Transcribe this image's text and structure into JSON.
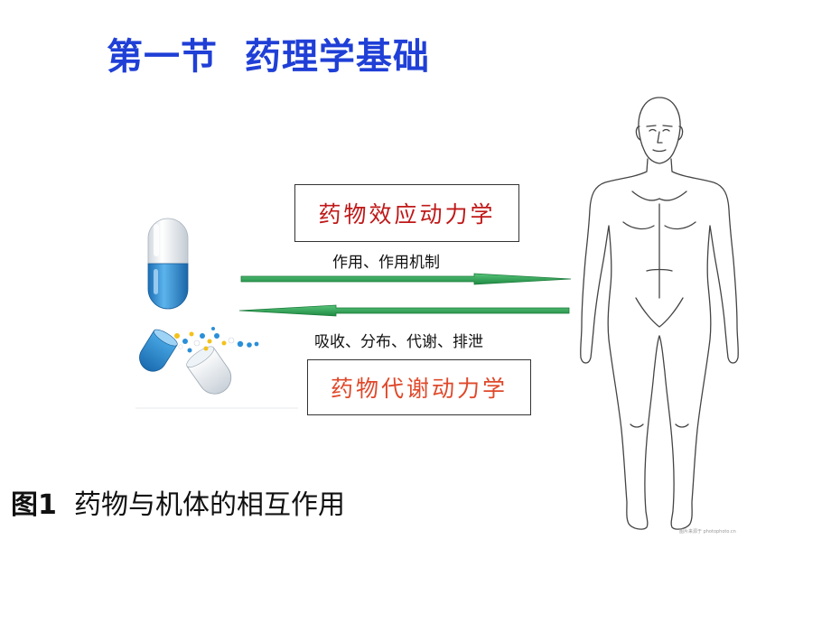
{
  "slide": {
    "title": "第一节  药理学基础",
    "pharmacodynamics_label": "药物效应动力学",
    "pharmacokinetics_label": "药物代谢动力学",
    "drug_to_body_label": "作用、作用机制",
    "body_to_drug_label": "吸收、分布、代谢、排泄",
    "caption_number": "图1",
    "caption_text": "  药物与机体的相互作用",
    "watermark": "图片来源于 photophoto.cn"
  },
  "icons": {
    "capsule": "capsule-icon",
    "open_capsule": "open-capsule-icon",
    "human_body": "human-body-icon"
  },
  "colors": {
    "title": "#1f3fd6",
    "pharmacodynamics_text": "#c01818",
    "pharmacokinetics_text": "#e0482a",
    "arrow_fill": "#2aa655",
    "capsule_blue": "#2a8fd8",
    "capsule_white": "#e9eef3"
  }
}
